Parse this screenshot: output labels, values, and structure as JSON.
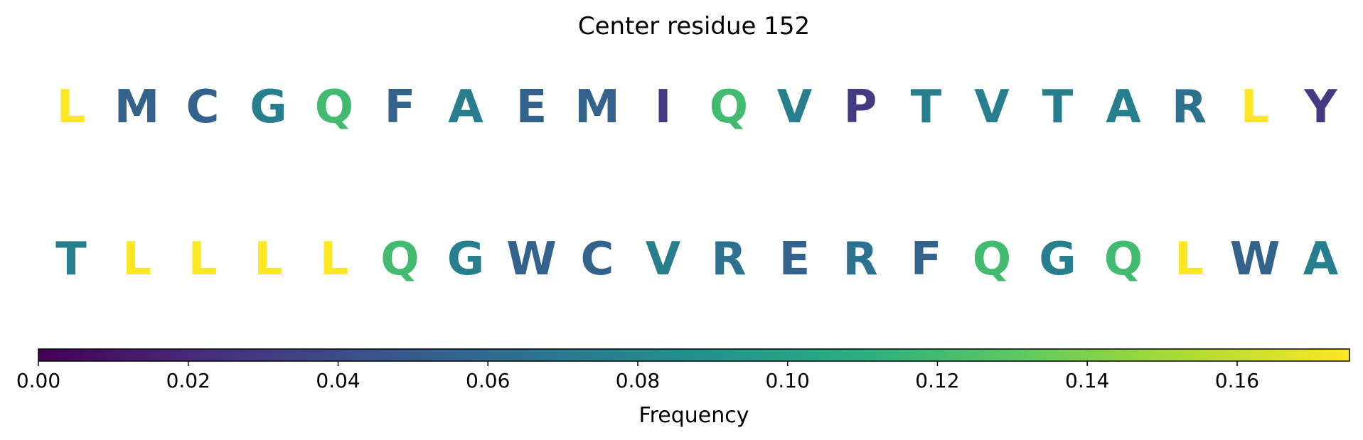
{
  "chart_data": {
    "type": "heatmap",
    "title": "Center residue 152",
    "rows": [
      {
        "residues": [
          "L",
          "M",
          "C",
          "G",
          "Q",
          "F",
          "A",
          "E",
          "M",
          "I",
          "Q",
          "V",
          "P",
          "T",
          "V",
          "T",
          "A",
          "R",
          "L",
          "Y"
        ],
        "values": [
          0.175,
          0.055,
          0.055,
          0.075,
          0.12,
          0.055,
          0.075,
          0.055,
          0.055,
          0.03,
          0.12,
          0.075,
          0.03,
          0.075,
          0.075,
          0.075,
          0.075,
          0.065,
          0.175,
          0.03
        ]
      },
      {
        "residues": [
          "T",
          "L",
          "L",
          "L",
          "L",
          "Q",
          "G",
          "W",
          "C",
          "V",
          "R",
          "E",
          "R",
          "F",
          "Q",
          "G",
          "Q",
          "L",
          "W",
          "A"
        ],
        "values": [
          0.075,
          0.175,
          0.175,
          0.175,
          0.175,
          0.12,
          0.075,
          0.055,
          0.055,
          0.075,
          0.065,
          0.055,
          0.065,
          0.055,
          0.12,
          0.075,
          0.12,
          0.175,
          0.055,
          0.075
        ]
      }
    ],
    "colorbar": {
      "label": "Frequency",
      "colormap": "viridis",
      "range": [
        0,
        0.175
      ],
      "ticks": [
        0.0,
        0.02,
        0.04,
        0.06,
        0.08,
        0.1,
        0.12,
        0.14,
        0.16
      ],
      "tick_labels": [
        "0.00",
        "0.02",
        "0.04",
        "0.06",
        "0.08",
        "0.10",
        "0.12",
        "0.14",
        "0.16"
      ]
    }
  }
}
